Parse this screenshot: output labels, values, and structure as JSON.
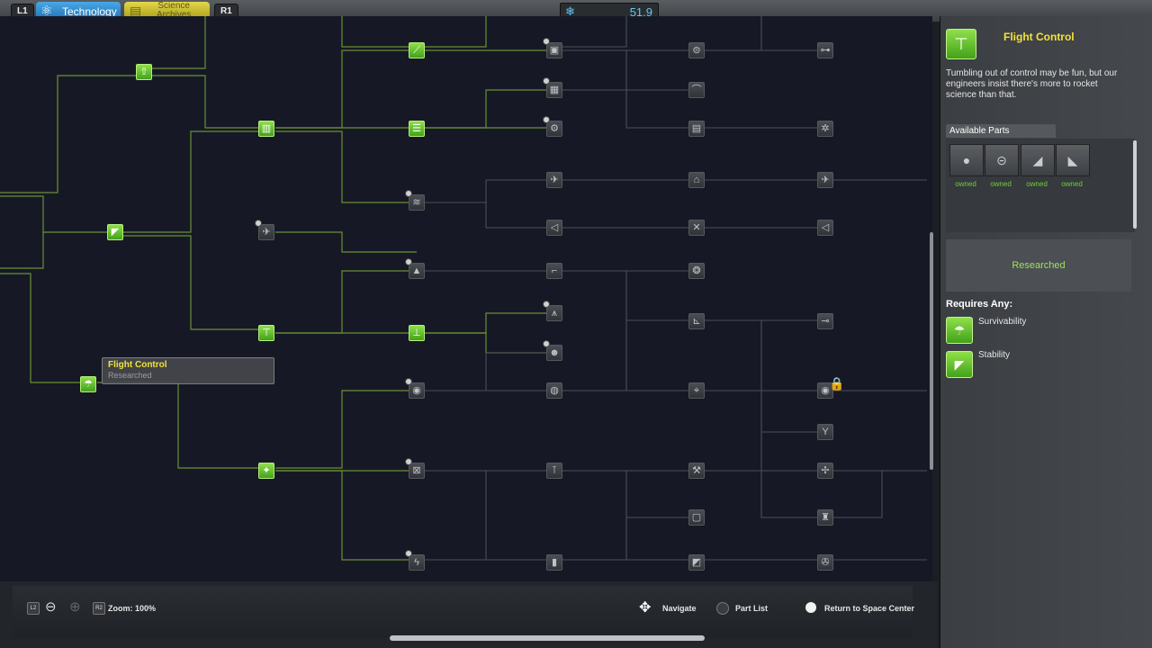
{
  "topbar": {
    "l1": "L1",
    "r1": "R1",
    "tab_technology": "Technology",
    "tab_archives_line1": "Science",
    "tab_archives_line2": "Archives",
    "science_points": "51.9"
  },
  "tooltip": {
    "title": "Flight Control",
    "status": "Researched"
  },
  "bottom": {
    "l2": "L2",
    "r2": "R2",
    "zoom": "Zoom: 100%",
    "navigate": "Navigate",
    "part_list": "Part List",
    "return": "Return to Space Center"
  },
  "panel": {
    "title": "Flight Control",
    "description": "Tumbling out of control may be fun, but our engineers insist there's more to rocket science than that.",
    "parts_tab": "Available Parts",
    "parts": [
      {
        "status": "owned",
        "icon": "sphere-part-icon"
      },
      {
        "status": "owned",
        "icon": "ring-part-icon"
      },
      {
        "status": "owned",
        "icon": "fin-part-icon"
      },
      {
        "status": "owned",
        "icon": "wing-part-icon"
      }
    ],
    "research_state": "Researched",
    "requires_heading": "Requires Any:",
    "requires": [
      {
        "name": "Survivability",
        "icon": "parachute-icon"
      },
      {
        "name": "Stability",
        "icon": "stability-fin-icon"
      }
    ]
  },
  "colors": {
    "accent_green": "#6fd13b",
    "title_yellow": "#f1e33a",
    "science_blue": "#65c5f2"
  }
}
